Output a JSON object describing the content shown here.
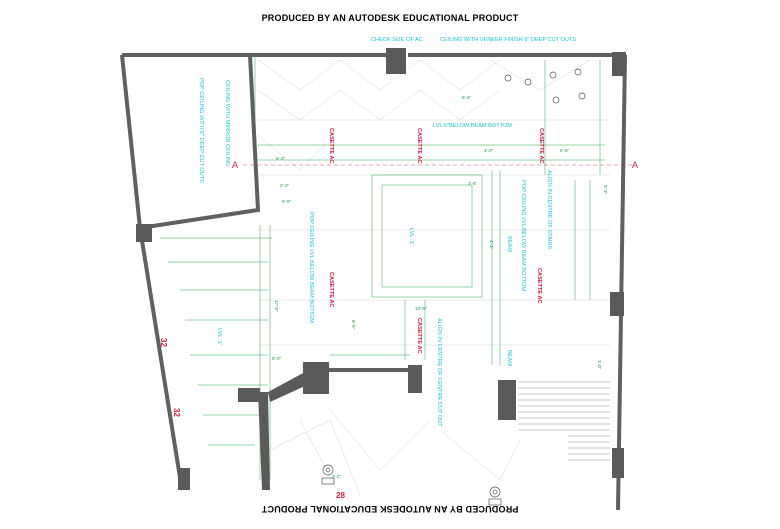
{
  "watermark": {
    "top": "PRODUCED BY AN AUTODESK EDUCATIONAL PRODUCT",
    "bottom": "PRODUCED BY AN AUTODESK EDUCATIONAL PRODUCT"
  },
  "notes": {
    "check_size": "CHECK SIZE OF AC",
    "veneer": "CEILING WITH VENEER FINISH 6\" DEEP CUT OUTS",
    "mirror_ceiling": "CEILING WITH MIRROR CEILING",
    "pop_cutouts": "POP CEILING WITH 6\" DEEP CUT OUTS",
    "lvl_below_beam": "LVL 6\"BELOW BEAM BOTTOM",
    "align_stairs": "ALIGN IN CENTRE OF STAIRS",
    "pop_lvl_right": "POP CEILING LVL BELOW BEAM BOTTOM",
    "beam": "BEAM",
    "pop_lvl_left": "POP CEILING LVL BELOW BEAM BOTTOM",
    "lvl_center": "LVL -1'",
    "lvl_left": "LVL -1'",
    "align_cutout": "ALIGN IN CENTRE OF CENTRE CUT OUT",
    "beam_lower": "BEAM"
  },
  "ac_labels": [
    "CASETTE AC",
    "CASETTE AC",
    "CASETTE AC",
    "CASETTE AC",
    "CASETTE AC",
    "CASETTE AC"
  ],
  "section_marks": [
    "A",
    "A"
  ],
  "numbers": [
    "32",
    "32",
    "28"
  ],
  "dims": {
    "d1": "6'-9\"",
    "d2": "6'-3\"",
    "d3": "1'-6\"",
    "d4": "2'-3\"",
    "d5": "5'-6\"",
    "d6": "4'-0\"",
    "d7": "13'-5\"",
    "d8": "17'-5\"",
    "d9": "6'-5\"",
    "d10": "5'-0\"",
    "d11": "3'-2\"",
    "d12": "5'-3\"",
    "d13": "4'-1\"",
    "d14": "6'-5\"",
    "d15": "1'-0\""
  },
  "colors": {
    "wall": "#666666",
    "wall_dark": "#333333",
    "text_cyan": "#16c6d8",
    "text_red": "#e0143c",
    "line_green": "#2aa84a",
    "line_grey": "#c8c8c8"
  }
}
